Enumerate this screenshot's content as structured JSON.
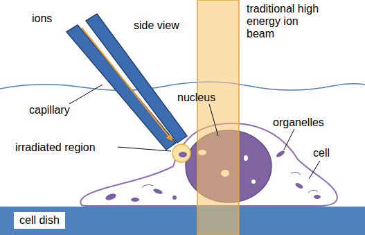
{
  "diagram": {
    "nodes": [
      {
        "text": [
          "cell dish"
        ]
      }
    ],
    "labels": [
      "ions",
      "side view",
      "traditional high energy ion beam",
      "capillary",
      "nucleus",
      "irradiated region",
      "organelles",
      "cell"
    ]
  }
}
